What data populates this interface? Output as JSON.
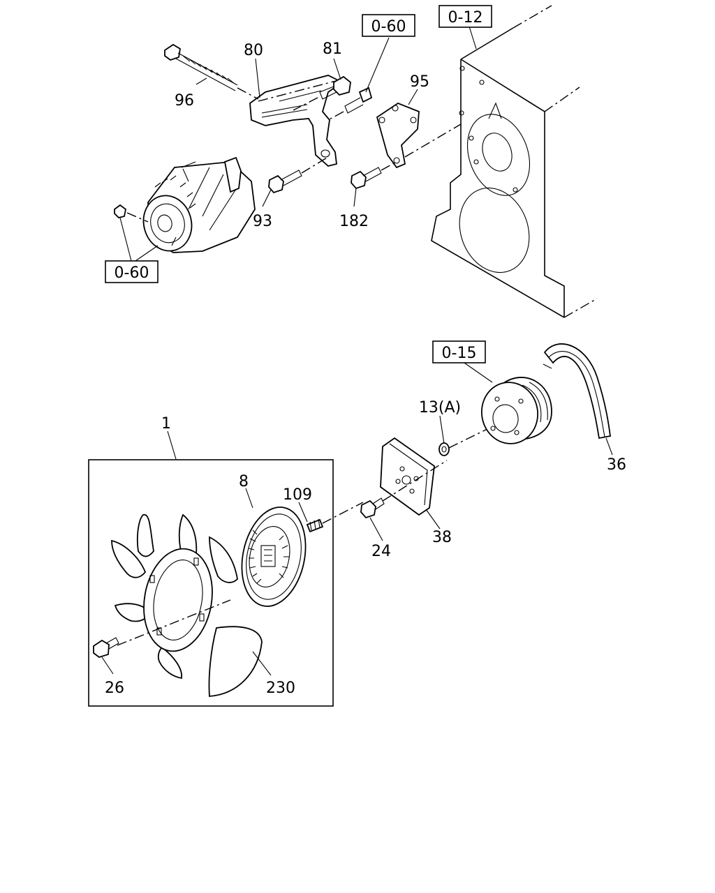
{
  "labels": {
    "p96": "96",
    "p80": "80",
    "p81": "81",
    "p95": "95",
    "p93": "93",
    "p182": "182",
    "p1": "1",
    "p8": "8",
    "p109": "109",
    "p13a": "13(A)",
    "p36": "36",
    "p38": "38",
    "p24": "24",
    "p26": "26",
    "p230": "230"
  },
  "refs": {
    "r060_top": "0-60",
    "r012": "0-12",
    "r060_left": "0-60",
    "r015": "0-15"
  }
}
